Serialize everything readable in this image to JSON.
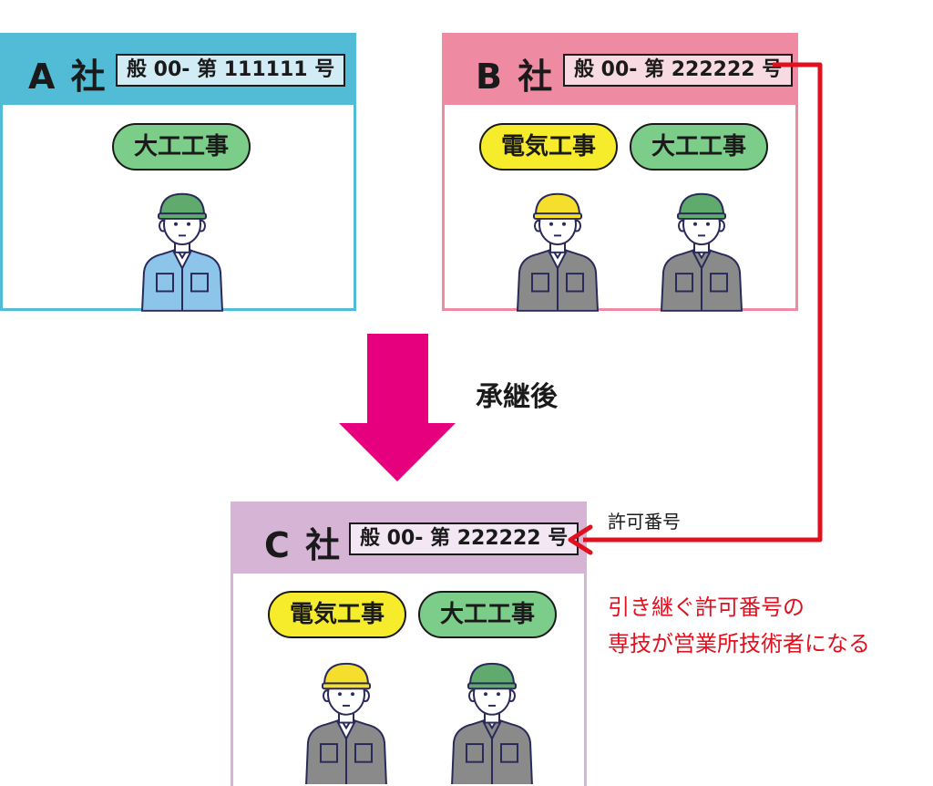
{
  "companies": {
    "a": {
      "name": "A 社",
      "license": "般 00- 第 111111 号",
      "skills": [
        "大工工事"
      ]
    },
    "b": {
      "name": "B 社",
      "license": "般 00- 第 222222 号",
      "skills": [
        "電気工事",
        "大工工事"
      ]
    },
    "c": {
      "name": "C 社",
      "license": "般 00- 第 222222 号",
      "skills": [
        "電気工事",
        "大工工事"
      ]
    }
  },
  "flow": {
    "after_label": "承継後",
    "license_number_label": "許可番号"
  },
  "note": {
    "line1": "引き継ぐ許可番号の",
    "line2": "専技が営業所技術者になる"
  },
  "colors": {
    "company_a": "#52bcd6",
    "company_b": "#ee8aa2",
    "company_c": "#d6b4d6",
    "arrow_down": "#e6007e",
    "arrow_link": "#e0101f",
    "skill_carpentry": "#7ccc8a",
    "skill_electrical": "#f6ec2c"
  }
}
